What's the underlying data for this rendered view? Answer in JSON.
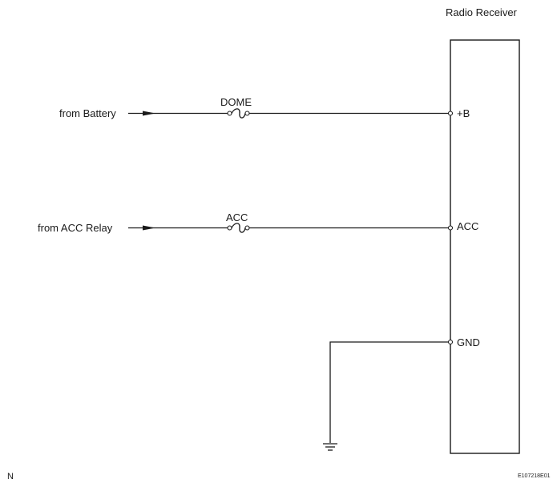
{
  "component": {
    "title": "Radio Receiver"
  },
  "circuits": [
    {
      "source": "from Battery",
      "fuse": "DOME",
      "terminal": "+B"
    },
    {
      "source": "from ACC Relay",
      "fuse": "ACC",
      "terminal": "ACC"
    },
    {
      "source": "",
      "fuse": "",
      "terminal": "GND"
    }
  ],
  "footer": {
    "left_mark": "N",
    "code": "E107218E01"
  }
}
